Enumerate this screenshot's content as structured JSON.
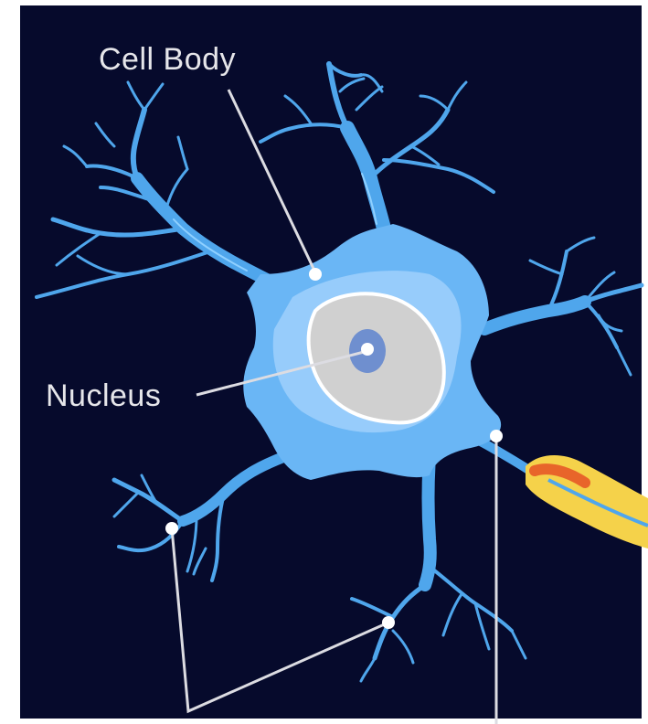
{
  "labels": {
    "cell_body": "Cell Body",
    "nucleus": "Nucleus"
  },
  "colors": {
    "background": "#060a2c",
    "cell_body": "#6ab6f5",
    "cell_body_light": "#9fd0fb",
    "nucleus": "#d0d0d0",
    "nucleolus": "#6f8fcf",
    "axon_myelin": "#f5d24a",
    "axon_core": "#e8652a",
    "pointer": "#dcdce2"
  },
  "icons": [
    "neuron-illustration"
  ]
}
